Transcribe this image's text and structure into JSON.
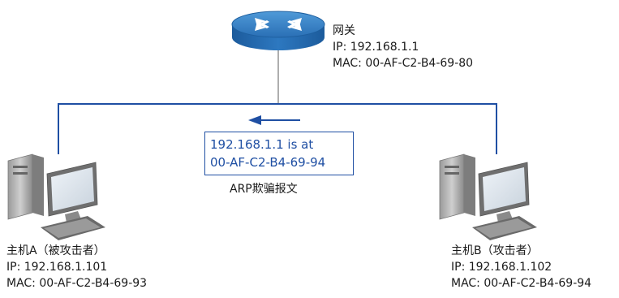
{
  "gateway": {
    "name": "网关",
    "ip": "IP: 192.168.1.1",
    "mac": "MAC: 00-AF-C2-B4-69-80"
  },
  "host_a": {
    "name": "主机A（被攻击者）",
    "ip": "IP: 192.168.1.101",
    "mac": "MAC: 00-AF-C2-B4-69-93"
  },
  "host_b": {
    "name": "主机B（攻击者）",
    "ip": "IP: 192.168.1.102",
    "mac": "MAC: 00-AF-C2-B4-69-94"
  },
  "packet": {
    "line1": "192.168.1.1 is at",
    "line2": "00-AF-C2-B4-69-94",
    "caption": "ARP欺骗报文"
  },
  "colors": {
    "network_line": "#1f4fa3",
    "router": "#2a6fb5",
    "arrow": "#1f4fa3"
  },
  "icons": [
    "router-icon",
    "computer-icon",
    "arrow-left-icon"
  ]
}
